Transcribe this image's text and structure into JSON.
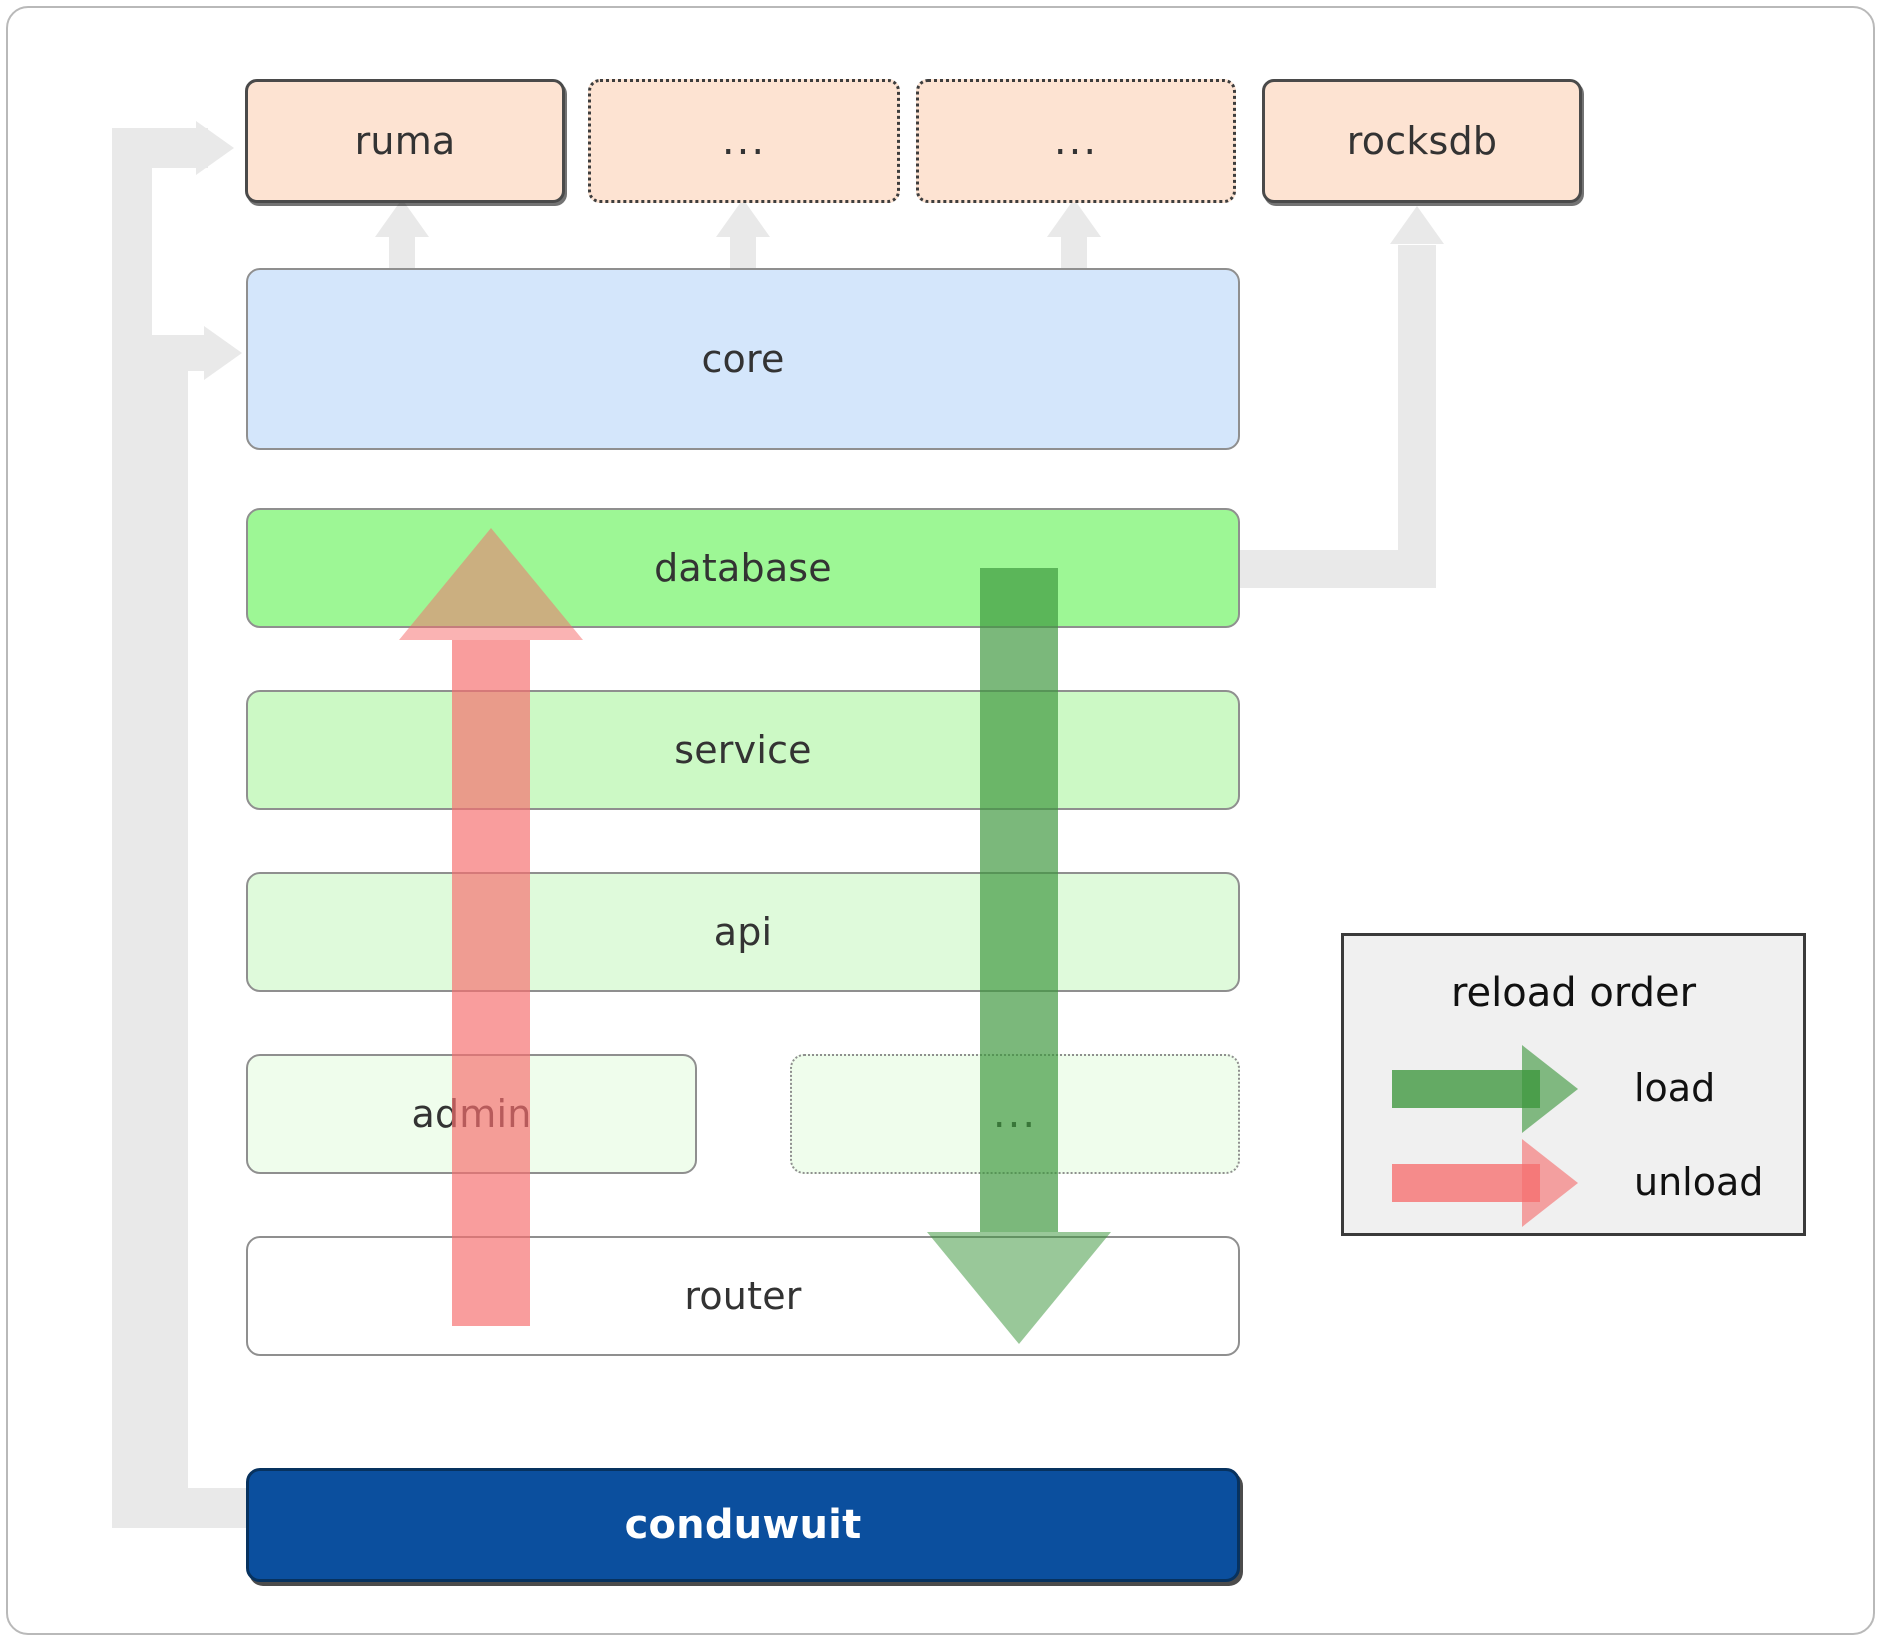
{
  "diagram": {
    "title": "conduwuit crate / reload-order architecture",
    "dependencies": [
      {
        "label": "ruma",
        "style": "solid"
      },
      {
        "label": "...",
        "style": "dotted"
      },
      {
        "label": "...",
        "style": "dotted"
      },
      {
        "label": "rocksdb",
        "style": "solid"
      }
    ],
    "layers": [
      {
        "label": "core",
        "style": "solid"
      },
      {
        "label": "database",
        "style": "solid"
      },
      {
        "label": "service",
        "style": "solid"
      },
      {
        "label": "api",
        "style": "solid"
      },
      {
        "label": "admin",
        "style": "solid"
      },
      {
        "label": "...",
        "style": "dotted"
      },
      {
        "label": "router",
        "style": "solid"
      }
    ],
    "binary": {
      "label": "conduwuit"
    }
  },
  "legend": {
    "title": "reload order",
    "items": [
      {
        "label": "load",
        "color": "#3c963c"
      },
      {
        "label": "unload",
        "color": "#f66e6e"
      }
    ]
  },
  "colors": {
    "dependency_fill": "#fde3d2",
    "core_fill": "#d4e6fb",
    "database_fill": "#9df795",
    "service_fill": "#ccf9c5",
    "api_fill": "#dffadb",
    "admin_fill": "#effdec",
    "router_fill": "#ffffff",
    "binary_fill": "#0b4f9e",
    "connector": "#e9e9e9",
    "legend_fill": "#f0f0f0"
  }
}
